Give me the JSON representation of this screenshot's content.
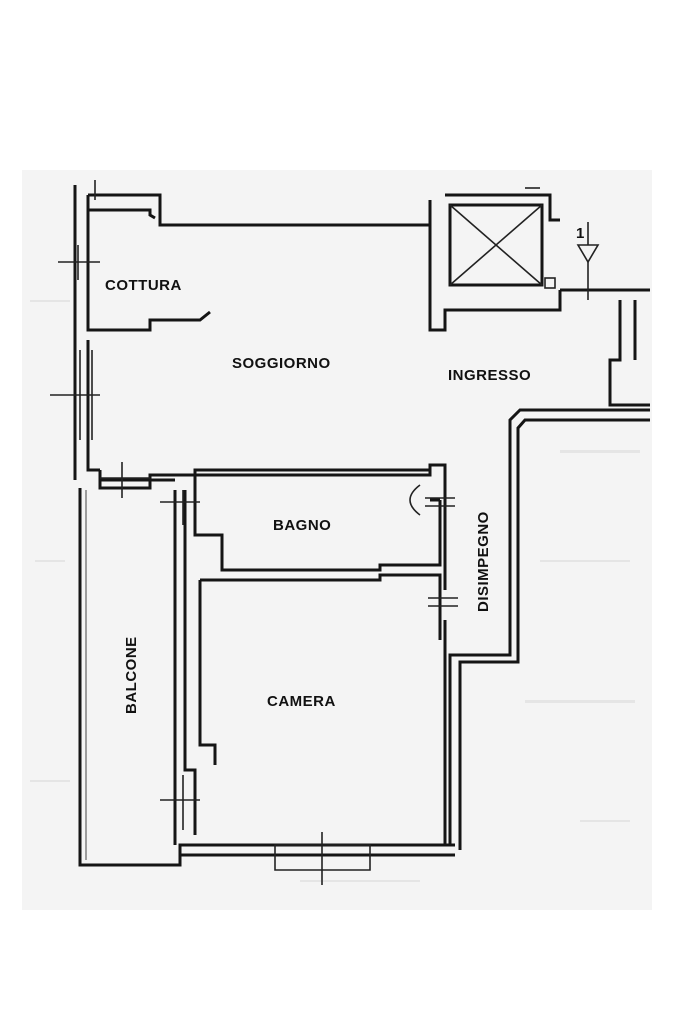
{
  "rooms": {
    "cottura": "COTTURA",
    "soggiorno": "SOGGIORNO",
    "ingresso": "INGRESSO",
    "bagno": "BAGNO",
    "disimpegno": "DISIMPEGNO",
    "balcone": "BALCONE",
    "camera": "CAMERA"
  },
  "north_mark": "1"
}
